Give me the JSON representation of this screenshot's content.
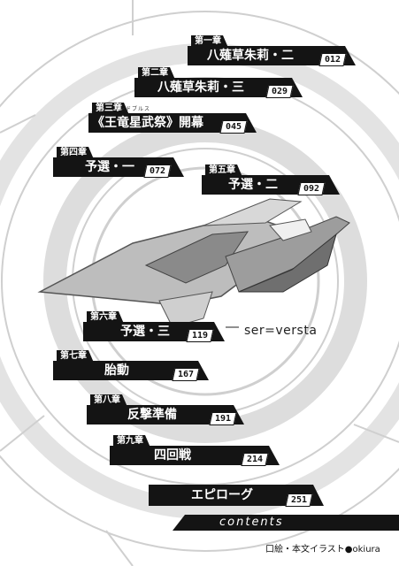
{
  "chapters": [
    {
      "label": "第一章",
      "title": "八薙草朱莉・二",
      "page": "012"
    },
    {
      "label": "第二章",
      "title": "八薙草朱莉・三",
      "page": "029"
    },
    {
      "label": "第三章",
      "title": "《王竜星武祭》開幕",
      "page": "045",
      "ruby": "リンドブルス"
    },
    {
      "label": "第四章",
      "title": "予選・一",
      "page": "072"
    },
    {
      "label": "第五章",
      "title": "予選・二",
      "page": "092"
    },
    {
      "label": "第六章",
      "title": "予選・三",
      "page": "119"
    },
    {
      "label": "第七章",
      "title": "胎動",
      "page": "167"
    },
    {
      "label": "第八章",
      "title": "反撃準備",
      "page": "191"
    },
    {
      "label": "第九章",
      "title": "四回戦",
      "page": "214"
    },
    {
      "label": "",
      "title": "エピローグ",
      "page": "251"
    }
  ],
  "series_title": "ser=versta",
  "contents_label": "contents",
  "credit": "口絵・本文イラスト●okiura"
}
